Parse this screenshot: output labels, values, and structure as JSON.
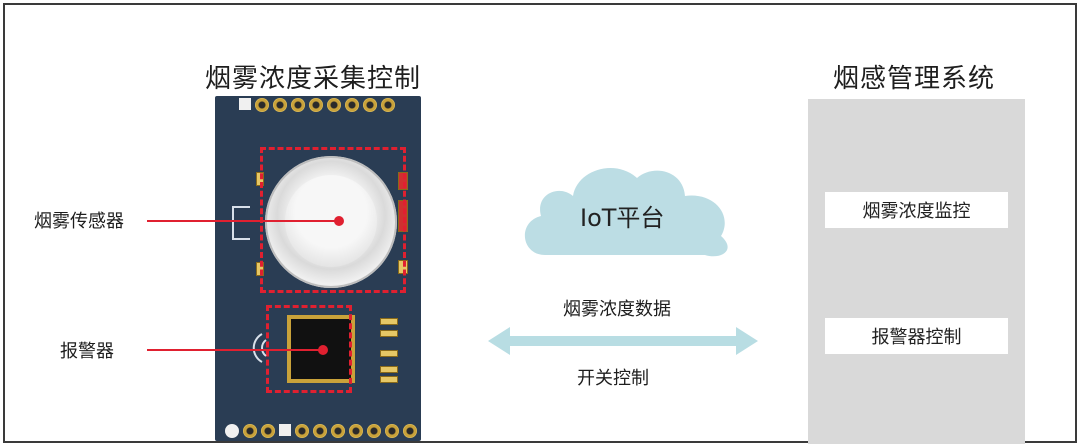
{
  "left_panel": {
    "title": "烟雾浓度采集控制",
    "labels": {
      "sensor": "烟雾传感器",
      "alarm": "报警器"
    }
  },
  "cloud": {
    "label": "IoT平台"
  },
  "flow": {
    "data_label": "烟雾浓度数据",
    "control_label": "开关控制"
  },
  "right_panel": {
    "title": "烟感管理系统",
    "items": [
      {
        "label": "烟雾浓度监控"
      },
      {
        "label": "报警器控制"
      }
    ]
  },
  "colors": {
    "board": "#2a3d54",
    "highlight": "#e02030",
    "cloud": "#bcdde4",
    "arrow": "#b8dde3",
    "panel": "#d9d9d9"
  }
}
